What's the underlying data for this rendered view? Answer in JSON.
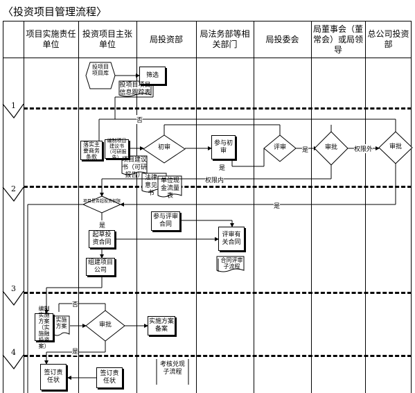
{
  "title": "〈投资项目管理流程〉",
  "columns": [
    "项目实施责任单位",
    "投资项目主张单位",
    "局投资部",
    "局法务部等相关部门",
    "局投委会",
    "局董事会（董常会）或局领导",
    "总公司投资部"
  ],
  "phases": [
    "1",
    "2",
    "3",
    "4"
  ],
  "nodes": {
    "project_info": "投项目项目库",
    "screen": "筛选",
    "tracking_table": "投项目项目信息跟踪表",
    "implement_business": "落实主要商务条款",
    "proposal": "编制项目建议书（可研报告）",
    "proposal_doc": "项目建议书（可研报告）",
    "first_review": "初审",
    "join_first_review": "参与初审",
    "review": "评审",
    "approve_bureau": "审批",
    "approve_hq": "审批",
    "legal_opinion": "法律意见书",
    "unit_capital": "单位现金流量表",
    "limit_check": "项目是否超投资权限",
    "join_contract_review": "参与评审合同",
    "draft_contract": "起草投资合同",
    "review_contract": "评审有关合同",
    "contract_subflow": "合同评审子流程",
    "form_company": "组建项目公司",
    "make_plan": "编制实施方案（实施融投资案）",
    "plan_doc": "实施方案",
    "approve_plan": "审批",
    "plan_filing": "实施方案备案",
    "sign_resp_left": "签订责任状",
    "sign_resp_right": "签订责任状",
    "assess_subflow": "考核兑现子流程"
  },
  "labels": {
    "no_1": "否",
    "yes_1": "是",
    "yes_2": "是",
    "limit_exceed": "权限外",
    "limit_within": "权限内",
    "yes_3": "是",
    "yes_4": "是",
    "no_2": "否",
    "yes_5": "是"
  }
}
